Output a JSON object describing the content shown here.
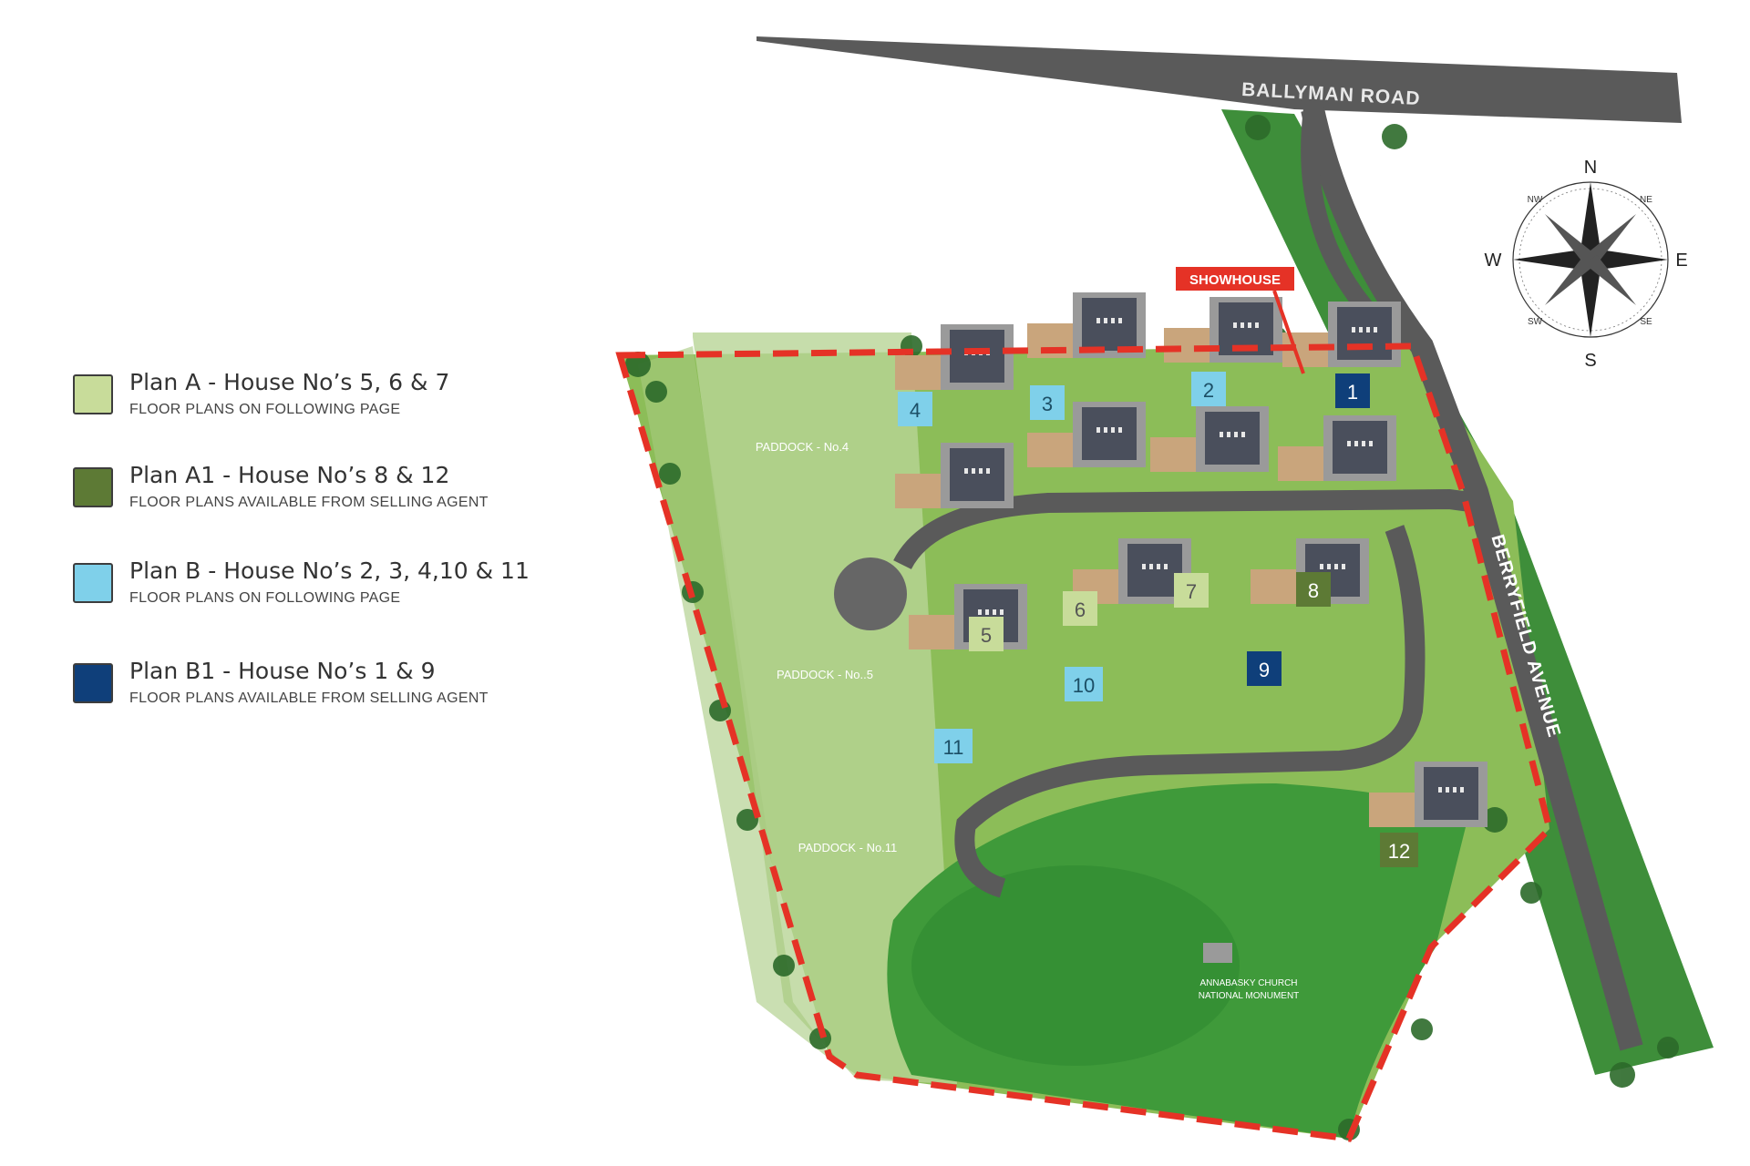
{
  "legend": [
    {
      "title": "Plan A - House No’s 5, 6 & 7",
      "subtitle": "FLOOR PLANS ON FOLLOWING PAGE",
      "color": "#c8dc9a"
    },
    {
      "title": "Plan A1 - House No’s 8 & 12",
      "subtitle": "FLOOR PLANS AVAILABLE FROM SELLING AGENT",
      "color": "#5d7a35"
    },
    {
      "title": "Plan B - House No’s 2, 3, 4,10 & 11",
      "subtitle": "FLOOR PLANS ON FOLLOWING PAGE",
      "color": "#7fd0ea"
    },
    {
      "title": "Plan B1 - House No’s 1 & 9",
      "subtitle": "FLOOR PLANS AVAILABLE FROM SELLING AGENT",
      "color": "#0f3f7a"
    }
  ],
  "map": {
    "roads": {
      "ballyman": "BALLYMAN ROAD",
      "berryfield": "BERRYFIELD AVENUE"
    },
    "showhouse": "SHOWHOUSE",
    "paddocks": [
      "PADDOCK - No.4",
      "PADDOCK - No..5",
      "PADDOCK - No.11"
    ],
    "monument_line1": "ANNABASKY CHURCH",
    "monument_line2": "NATIONAL MONUMENT",
    "compass": {
      "n": "N",
      "s": "S",
      "e": "E",
      "w": "W",
      "ne": "NE",
      "nw": "NW",
      "se": "SE",
      "sw": "SW"
    },
    "house_labels": {
      "h1": "1",
      "h2": "2",
      "h3": "3",
      "h4": "4",
      "h5": "5",
      "h6": "6",
      "h7": "7",
      "h8": "8",
      "h9": "9",
      "h10": "10",
      "h11": "11",
      "h12": "12"
    },
    "colors": {
      "boundary": "#e53226",
      "road": "#5a5a5a",
      "grass": "#8cbd58",
      "park": "#3f9a3a"
    }
  }
}
